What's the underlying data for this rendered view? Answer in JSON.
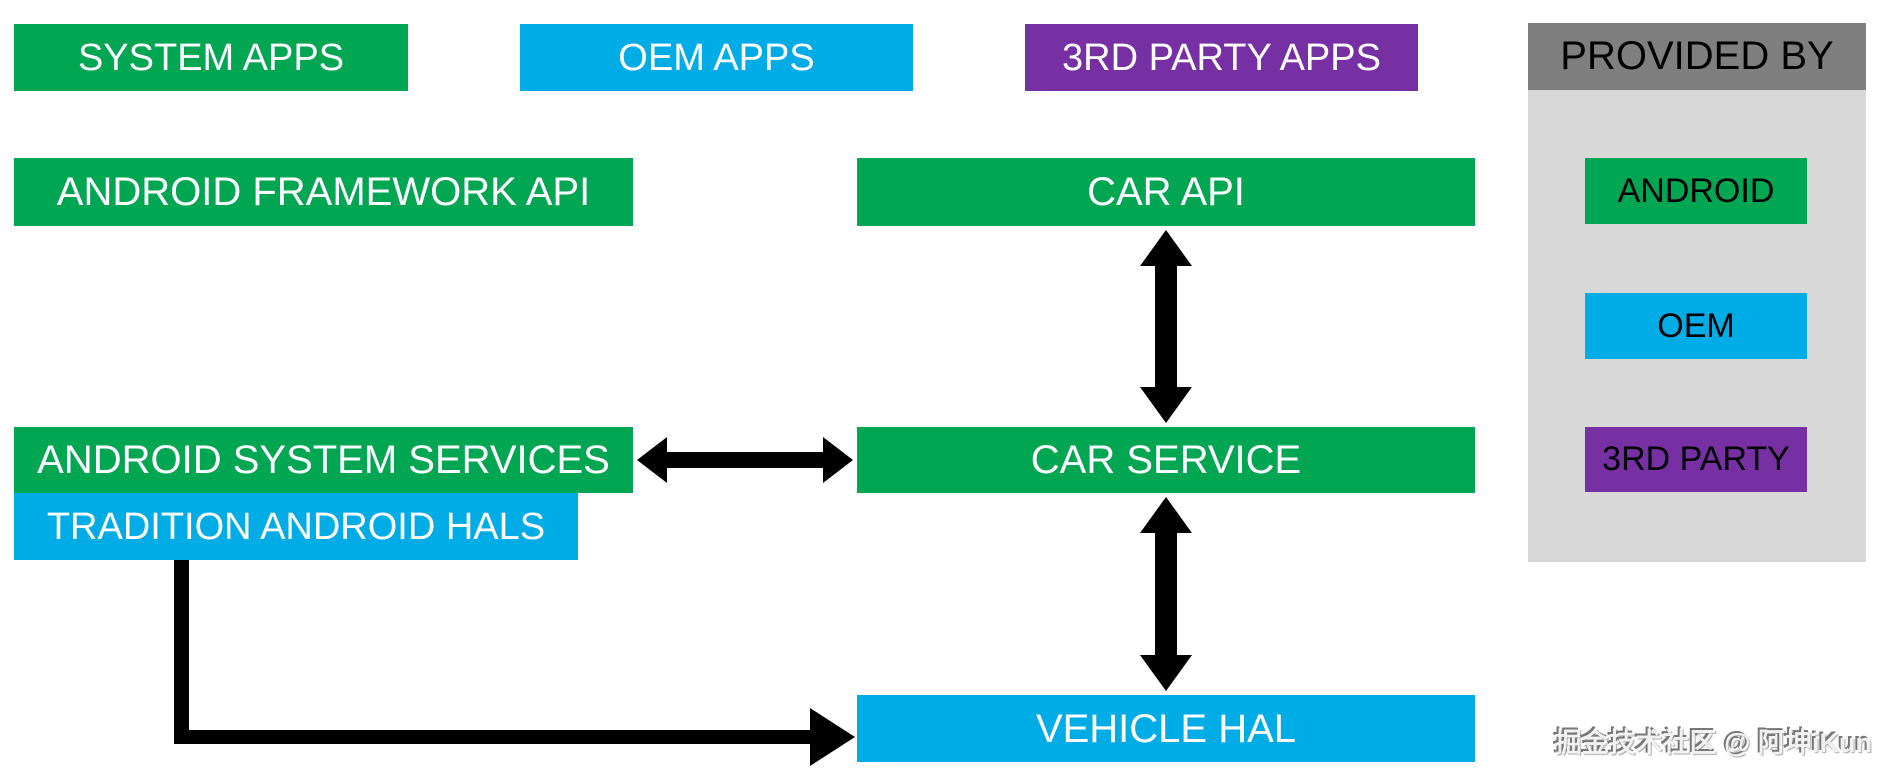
{
  "boxes": {
    "system_apps": "SYSTEM APPS",
    "oem_apps": "OEM APPS",
    "third_party_apps": "3RD PARTY APPS",
    "android_framework_api": "ANDROID FRAMEWORK API",
    "car_api": "CAR API",
    "android_system_services": "ANDROID SYSTEM SERVICES",
    "car_service": "CAR SERVICE",
    "tradition_android_hals": "TRADITION ANDROID HALS",
    "vehicle_hal": "VEHICLE HAL"
  },
  "legend": {
    "title": "PROVIDED BY",
    "items": [
      {
        "label": "ANDROID",
        "color": "#00A651"
      },
      {
        "label": "OEM",
        "color": "#00ACE5"
      },
      {
        "label": "3RD PARTY",
        "color": "#7630A3"
      }
    ]
  },
  "arrows": {
    "car_api_car_service": "bidirectional vertical",
    "car_service_vehicle_hal": "bidirectional vertical",
    "android_system_services_car_service": "bidirectional horizontal",
    "tradition_android_hals_vehicle_hal": "elbow right"
  },
  "colors": {
    "android_green": "#00A651",
    "oem_blue": "#00ACE5",
    "third_party_purple": "#7630A3",
    "legend_header_gray": "#7F7F7F",
    "legend_body_gray": "#D8D8D8",
    "arrow_black": "#000000",
    "box_text_white": "#FFFFFF",
    "legend_text_black": "#000000"
  },
  "watermark": "掘金技术社区 @ 阿坤iKun"
}
